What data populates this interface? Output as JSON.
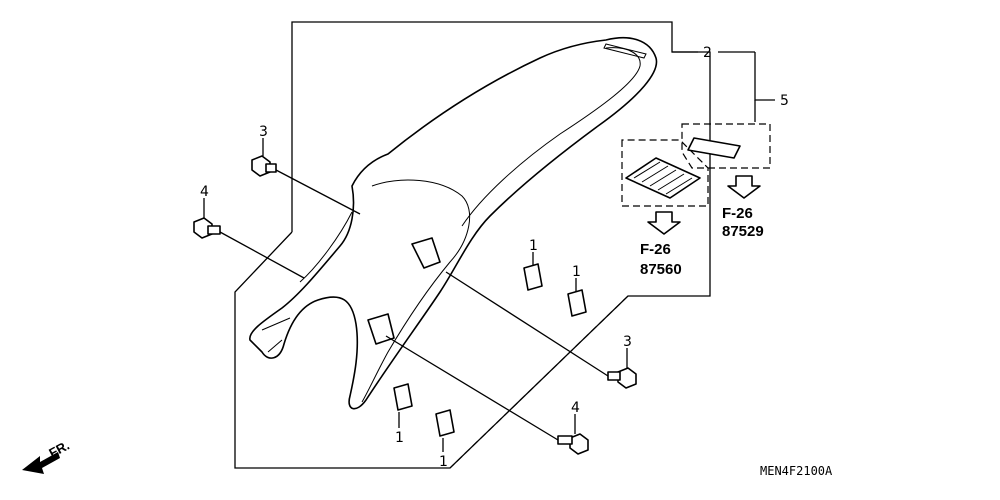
{
  "diagram": {
    "callouts": {
      "c1a": "1",
      "c1b": "1",
      "c1c": "1",
      "c1d": "1",
      "c2": "2",
      "c3a": "3",
      "c3b": "3",
      "c4a": "4",
      "c4b": "4",
      "c5": "5"
    },
    "refs": {
      "ref_left_sheet": "F-26",
      "ref_left_num": "87560",
      "ref_right_sheet": "F-26",
      "ref_right_num": "87529"
    },
    "direction_label": "FR.",
    "drawing_code": "MEN4F2100A"
  }
}
